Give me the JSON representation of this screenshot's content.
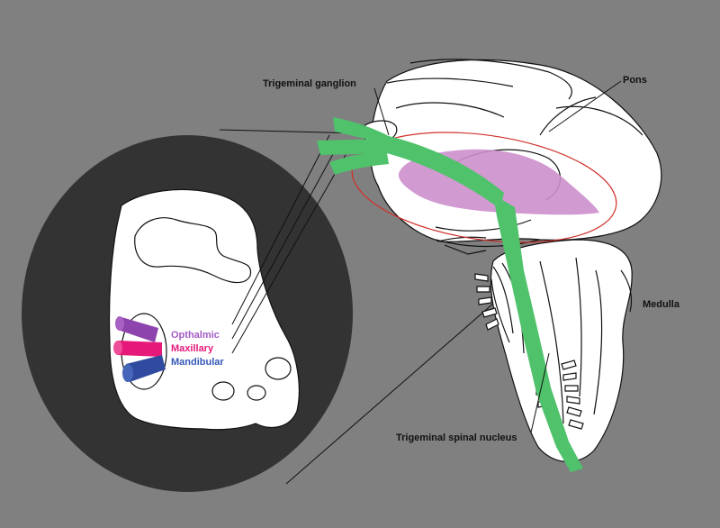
{
  "labels": {
    "ganglion": "Trigeminal ganglion",
    "pons": "Pons",
    "medulla": "Medulla",
    "spinal_nucleus": "Trigeminal spinal nucleus"
  },
  "inset_labels": {
    "opthalmic": "Opthalmic",
    "maxillary": "Maxillary",
    "mandibular": "Mandibular"
  },
  "colors": {
    "background": "#808080",
    "inset_circle": "#333333",
    "nerve": "#4fc26b",
    "nucleus_region": "#cc8fcc",
    "highlight_ellipse": "#d0302a",
    "opthalmic": "#8e44ad",
    "maxillary": "#e6197a",
    "mandibular": "#2f4a9e"
  }
}
